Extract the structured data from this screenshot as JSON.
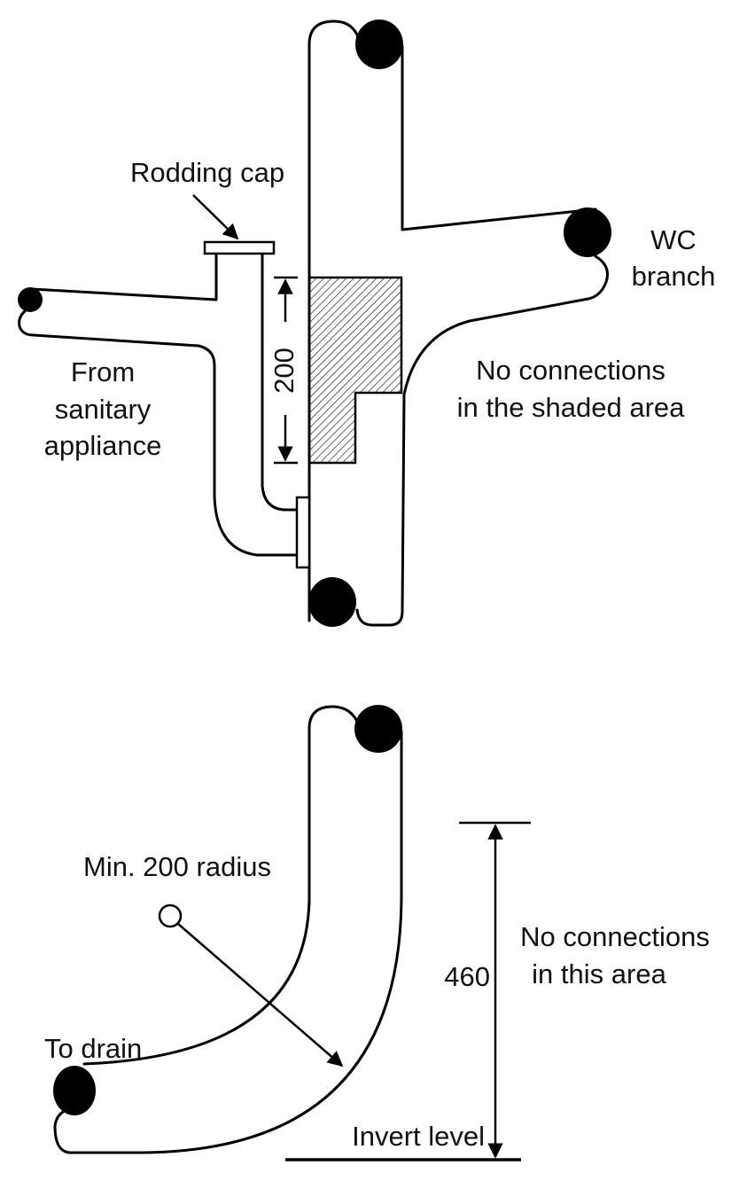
{
  "diagram": {
    "colors": {
      "line": "#000000",
      "background": "#ffffff",
      "hatch": "#000000"
    },
    "upper": {
      "labels": {
        "rodding_cap": "Rodding cap",
        "wc_branch_line1": "WC",
        "wc_branch_line2": "branch",
        "from_line1": "From",
        "from_line2": "sanitary",
        "from_line3": "appliance",
        "no_conn_line1": "No connections",
        "no_conn_line2": "in the shaded area"
      },
      "dimension": {
        "value": "200"
      }
    },
    "lower": {
      "labels": {
        "min_radius": "Min. 200 radius",
        "to_drain": "To drain",
        "invert_level": "Invert level",
        "no_conn_line1": "No connections",
        "no_conn_line2": "in this area"
      },
      "dimension": {
        "value": "460"
      }
    }
  }
}
